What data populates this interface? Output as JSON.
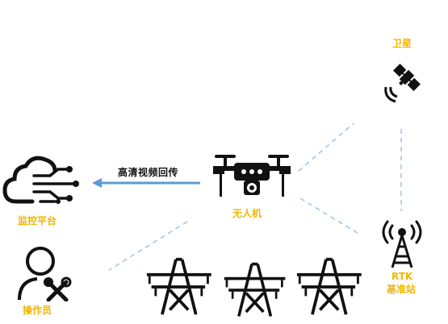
{
  "nodes": {
    "satellite": "卫星",
    "monitoring_platform": "监控平台",
    "drone": "无人机",
    "operator": "操作员",
    "rtk_station_line1": "RTK",
    "rtk_station_line2": "基准站"
  },
  "links": {
    "hd_video_return": "高清视频回传"
  },
  "colors": {
    "label": "#f2b600",
    "icon": "#111111",
    "arrow": "#5b9bd5",
    "dashed": "#9dc3e6"
  }
}
